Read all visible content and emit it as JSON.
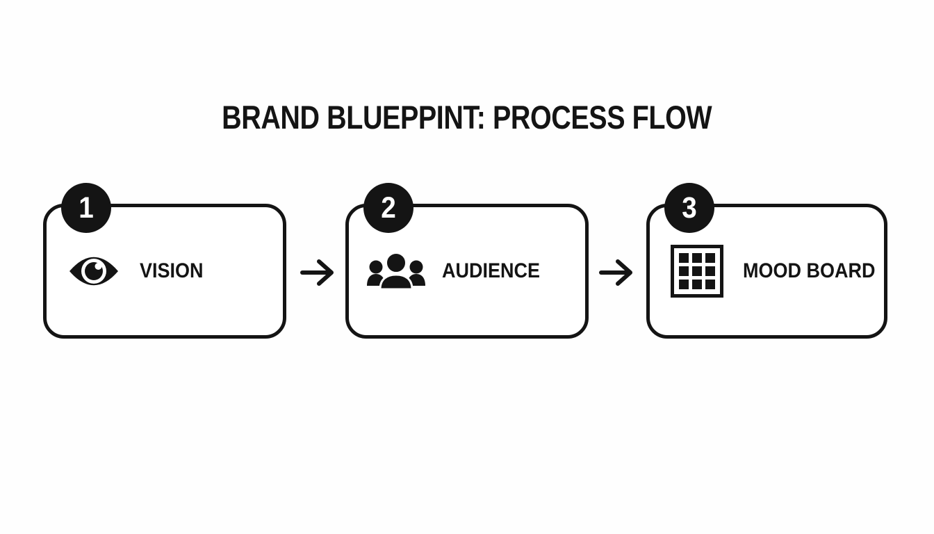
{
  "title": "BRAND BLUEPPINT: PROCESS FLOW",
  "colors": {
    "background": "#fefefe",
    "ink": "#141414",
    "badge_text": "#ffffff"
  },
  "steps": [
    {
      "number": "1",
      "label": "VISION",
      "icon": "eye-icon"
    },
    {
      "number": "2",
      "label": "AUDIENCE",
      "icon": "people-icon"
    },
    {
      "number": "3",
      "label": "MOOD BOARD",
      "icon": "grid-icon"
    }
  ],
  "connectors": [
    {
      "icon": "arrow-right-icon"
    },
    {
      "icon": "arrow-right-icon"
    }
  ]
}
